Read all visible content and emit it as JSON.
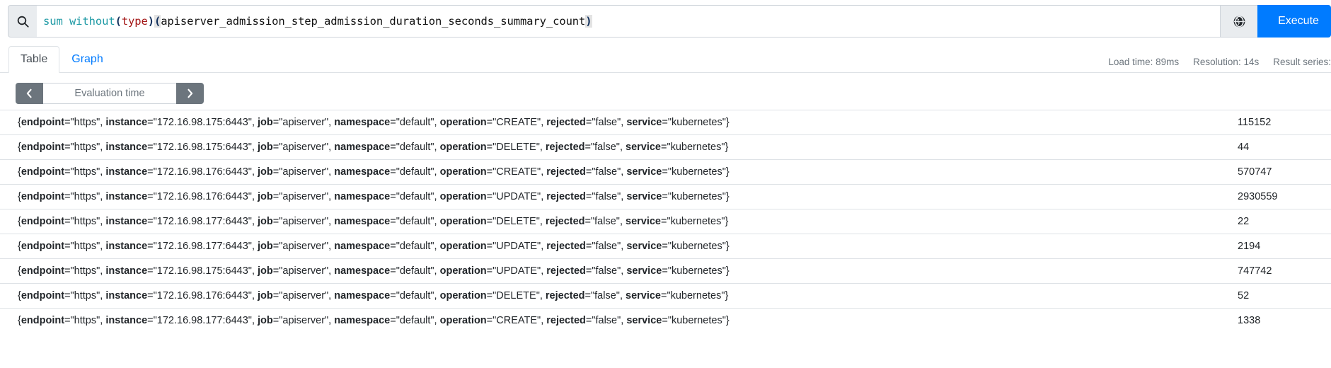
{
  "query": {
    "search_icon": "search-icon",
    "globe_icon": "globe-icon",
    "execute_label": "Execute",
    "tokens": [
      {
        "t": "sum",
        "k": "fn"
      },
      {
        "t": " ",
        "k": "plain"
      },
      {
        "t": "without",
        "k": "kw"
      },
      {
        "t": "(",
        "k": "paren"
      },
      {
        "t": "type",
        "k": "label"
      },
      {
        "t": ")",
        "k": "paren"
      },
      {
        "t": "(",
        "k": "paren-hl"
      },
      {
        "t": "apiserver_admission_step_admission_duration_seconds_summary_count",
        "k": "metric"
      },
      {
        "t": ")",
        "k": "paren-hl"
      }
    ],
    "full_text": "sum without(type)(apiserver_admission_step_admission_duration_seconds_summary_count)"
  },
  "tabs": [
    {
      "label": "Table",
      "active": true
    },
    {
      "label": "Graph",
      "active": false
    }
  ],
  "meta": {
    "load_time": "Load time: 89ms",
    "resolution": "Resolution: 14s",
    "result_series": "Result series:"
  },
  "eval_time": {
    "prev_icon": "chevron-left-icon",
    "next_icon": "chevron-right-icon",
    "placeholder": "Evaluation time",
    "value": ""
  },
  "table": {
    "rows": [
      {
        "labels": [
          {
            "name": "endpoint",
            "value": "https"
          },
          {
            "name": "instance",
            "value": "172.16.98.175:6443"
          },
          {
            "name": "job",
            "value": "apiserver"
          },
          {
            "name": "namespace",
            "value": "default"
          },
          {
            "name": "operation",
            "value": "CREATE"
          },
          {
            "name": "rejected",
            "value": "false"
          },
          {
            "name": "service",
            "value": "kubernetes"
          }
        ],
        "value": "115152"
      },
      {
        "labels": [
          {
            "name": "endpoint",
            "value": "https"
          },
          {
            "name": "instance",
            "value": "172.16.98.175:6443"
          },
          {
            "name": "job",
            "value": "apiserver"
          },
          {
            "name": "namespace",
            "value": "default"
          },
          {
            "name": "operation",
            "value": "DELETE"
          },
          {
            "name": "rejected",
            "value": "false"
          },
          {
            "name": "service",
            "value": "kubernetes"
          }
        ],
        "value": "44"
      },
      {
        "labels": [
          {
            "name": "endpoint",
            "value": "https"
          },
          {
            "name": "instance",
            "value": "172.16.98.176:6443"
          },
          {
            "name": "job",
            "value": "apiserver"
          },
          {
            "name": "namespace",
            "value": "default"
          },
          {
            "name": "operation",
            "value": "CREATE"
          },
          {
            "name": "rejected",
            "value": "false"
          },
          {
            "name": "service",
            "value": "kubernetes"
          }
        ],
        "value": "570747"
      },
      {
        "labels": [
          {
            "name": "endpoint",
            "value": "https"
          },
          {
            "name": "instance",
            "value": "172.16.98.176:6443"
          },
          {
            "name": "job",
            "value": "apiserver"
          },
          {
            "name": "namespace",
            "value": "default"
          },
          {
            "name": "operation",
            "value": "UPDATE"
          },
          {
            "name": "rejected",
            "value": "false"
          },
          {
            "name": "service",
            "value": "kubernetes"
          }
        ],
        "value": "2930559"
      },
      {
        "labels": [
          {
            "name": "endpoint",
            "value": "https"
          },
          {
            "name": "instance",
            "value": "172.16.98.177:6443"
          },
          {
            "name": "job",
            "value": "apiserver"
          },
          {
            "name": "namespace",
            "value": "default"
          },
          {
            "name": "operation",
            "value": "DELETE"
          },
          {
            "name": "rejected",
            "value": "false"
          },
          {
            "name": "service",
            "value": "kubernetes"
          }
        ],
        "value": "22"
      },
      {
        "labels": [
          {
            "name": "endpoint",
            "value": "https"
          },
          {
            "name": "instance",
            "value": "172.16.98.177:6443"
          },
          {
            "name": "job",
            "value": "apiserver"
          },
          {
            "name": "namespace",
            "value": "default"
          },
          {
            "name": "operation",
            "value": "UPDATE"
          },
          {
            "name": "rejected",
            "value": "false"
          },
          {
            "name": "service",
            "value": "kubernetes"
          }
        ],
        "value": "2194"
      },
      {
        "labels": [
          {
            "name": "endpoint",
            "value": "https"
          },
          {
            "name": "instance",
            "value": "172.16.98.175:6443"
          },
          {
            "name": "job",
            "value": "apiserver"
          },
          {
            "name": "namespace",
            "value": "default"
          },
          {
            "name": "operation",
            "value": "UPDATE"
          },
          {
            "name": "rejected",
            "value": "false"
          },
          {
            "name": "service",
            "value": "kubernetes"
          }
        ],
        "value": "747742"
      },
      {
        "labels": [
          {
            "name": "endpoint",
            "value": "https"
          },
          {
            "name": "instance",
            "value": "172.16.98.176:6443"
          },
          {
            "name": "job",
            "value": "apiserver"
          },
          {
            "name": "namespace",
            "value": "default"
          },
          {
            "name": "operation",
            "value": "DELETE"
          },
          {
            "name": "rejected",
            "value": "false"
          },
          {
            "name": "service",
            "value": "kubernetes"
          }
        ],
        "value": "52"
      },
      {
        "labels": [
          {
            "name": "endpoint",
            "value": "https"
          },
          {
            "name": "instance",
            "value": "172.16.98.177:6443"
          },
          {
            "name": "job",
            "value": "apiserver"
          },
          {
            "name": "namespace",
            "value": "default"
          },
          {
            "name": "operation",
            "value": "CREATE"
          },
          {
            "name": "rejected",
            "value": "false"
          },
          {
            "name": "service",
            "value": "kubernetes"
          }
        ],
        "value": "1338"
      }
    ]
  },
  "colors": {
    "primary": "#007bff",
    "muted": "#6c757d",
    "border": "#dee2e6"
  }
}
